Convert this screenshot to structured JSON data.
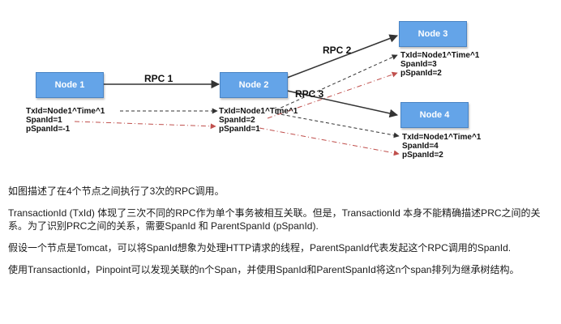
{
  "nodes": [
    {
      "label": "Node 1",
      "txid": "TxId=Node1^Time^1",
      "span": "SpanId=1",
      "parent": "pSpanId=-1"
    },
    {
      "label": "Node 2",
      "txid": "TxId=Node1^Time^1",
      "span": "SpanId=2",
      "parent": "pSpanId=1"
    },
    {
      "label": "Node 3",
      "txid": "TxId=Node1^Time^1",
      "span": "SpanId=3",
      "parent": "pSpanId=2"
    },
    {
      "label": "Node 4",
      "txid": "TxId=Node1^Time^1",
      "span": "SpanId=4",
      "parent": "pSpanId=2"
    }
  ],
  "rpc_labels": [
    "RPC 1",
    "RPC 2",
    "RPC 3"
  ],
  "colors": {
    "node_fill": "#64a4e8",
    "node_border": "#4a84c4",
    "arrow_dark": "#333333",
    "arrow_red": "#c0504d"
  },
  "paragraphs": [
    "如图描述了在4个节点之间执行了3次的RPC调用。",
    "TransactionId (TxId) 体现了三次不同的RPC作为单个事务被相互关联。但是，TransactionId 本身不能精确描述PRC之间的关系。为了识别PRC之间的关系，需要SpanId 和 ParentSpanId (pSpanId).",
    "假设一个节点是Tomcat，可以将SpanId想象为处理HTTP请求的线程，ParentSpanId代表发起这个RPC调用的SpanId.",
    "使用TransactionId，Pinpoint可以发现关联的n个Span，并使用SpanId和ParentSpanId将这n个span排列为继承树结构。"
  ]
}
